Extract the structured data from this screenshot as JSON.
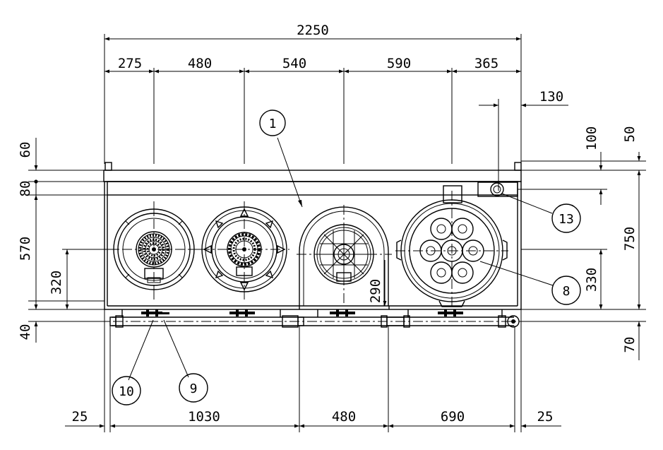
{
  "dimensions": {
    "overall_width": "2250",
    "top_segments": [
      "275",
      "480",
      "540",
      "590",
      "365"
    ],
    "bottom_segments": [
      "25",
      "1030",
      "480",
      "690",
      "25"
    ],
    "right_offset": "130",
    "left_stack": [
      "60",
      "80",
      "570",
      "320",
      "40"
    ],
    "right_stack": [
      "100",
      "50",
      "750",
      "330",
      "70"
    ],
    "inner_depth": "290"
  },
  "callouts": [
    "1",
    "13",
    "8",
    "10",
    "9"
  ]
}
